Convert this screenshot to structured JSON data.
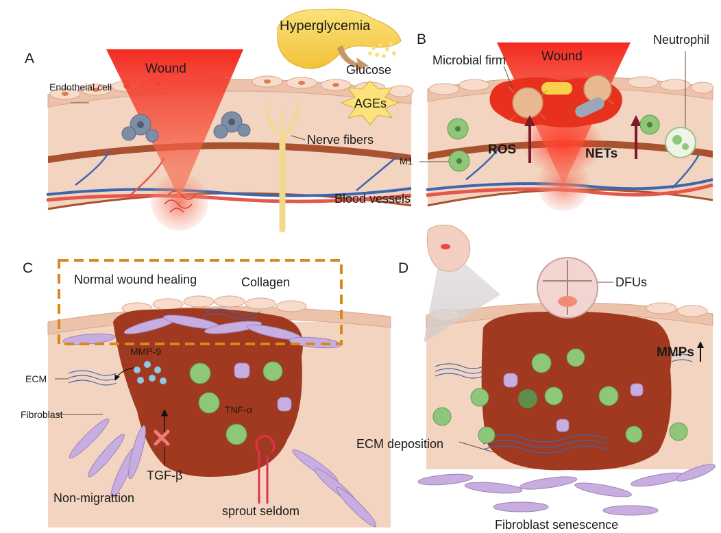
{
  "panels": {
    "A": {
      "letter": "A",
      "wound": "Wound",
      "endothelial": "Endotheial cell",
      "nerve": "Nerve fibers",
      "vessels": "Blood vessels"
    },
    "center": {
      "hyperglycemia": "Hyperglycemia",
      "glucose": "Glucose",
      "ages": "AGEs"
    },
    "B": {
      "letter": "B",
      "wound": "Wound",
      "microbial": "Microbial firm",
      "neutrophil": "Neutrophil",
      "ros": "ROS",
      "nets": "NETs",
      "m1": "M1"
    },
    "C": {
      "letter": "C",
      "normal": "Normal wound healing",
      "collagen": "Collagen",
      "mmp9": "MMP-9",
      "ecm": "ECM",
      "fibroblast": "Fibroblast",
      "tnf": "TNF-α",
      "tgf": "TGF-β",
      "nonmig": "Non-migrattion",
      "sprout": "sprout seldom"
    },
    "D": {
      "letter": "D",
      "dfus": "DFUs",
      "mmps": "MMPs",
      "ecmdep": "ECM deposition",
      "senescence": "Fibroblast senescence"
    }
  },
  "colors": {
    "skin": "#f2d4c0",
    "skin_top": "#ecc2aa",
    "dermis_band": "#a9522f",
    "wound_red": "#f2302a",
    "ulcer_brown": "#a0391f",
    "macrophage_green": "#8fc77a",
    "fibroblast_purple": "#c8aee0",
    "vein_blue": "#3d66b0",
    "artery_red": "#e4574b",
    "dashed_orange": "#d68a1c"
  }
}
